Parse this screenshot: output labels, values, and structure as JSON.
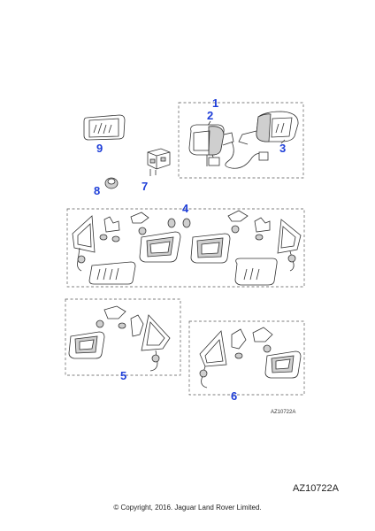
{
  "callouts": {
    "c1": "1",
    "c2": "2",
    "c3": "3",
    "c4": "4",
    "c5": "5",
    "c6": "6",
    "c7": "7",
    "c8": "8",
    "c9": "9"
  },
  "figure_code": "AZ10722A",
  "reference_code": "AZ10722A",
  "copyright": "© Copyright, 2016. Jaguar Land Rover Limited.",
  "colors": {
    "callout": "#1f3fd8",
    "line": "#333333"
  }
}
